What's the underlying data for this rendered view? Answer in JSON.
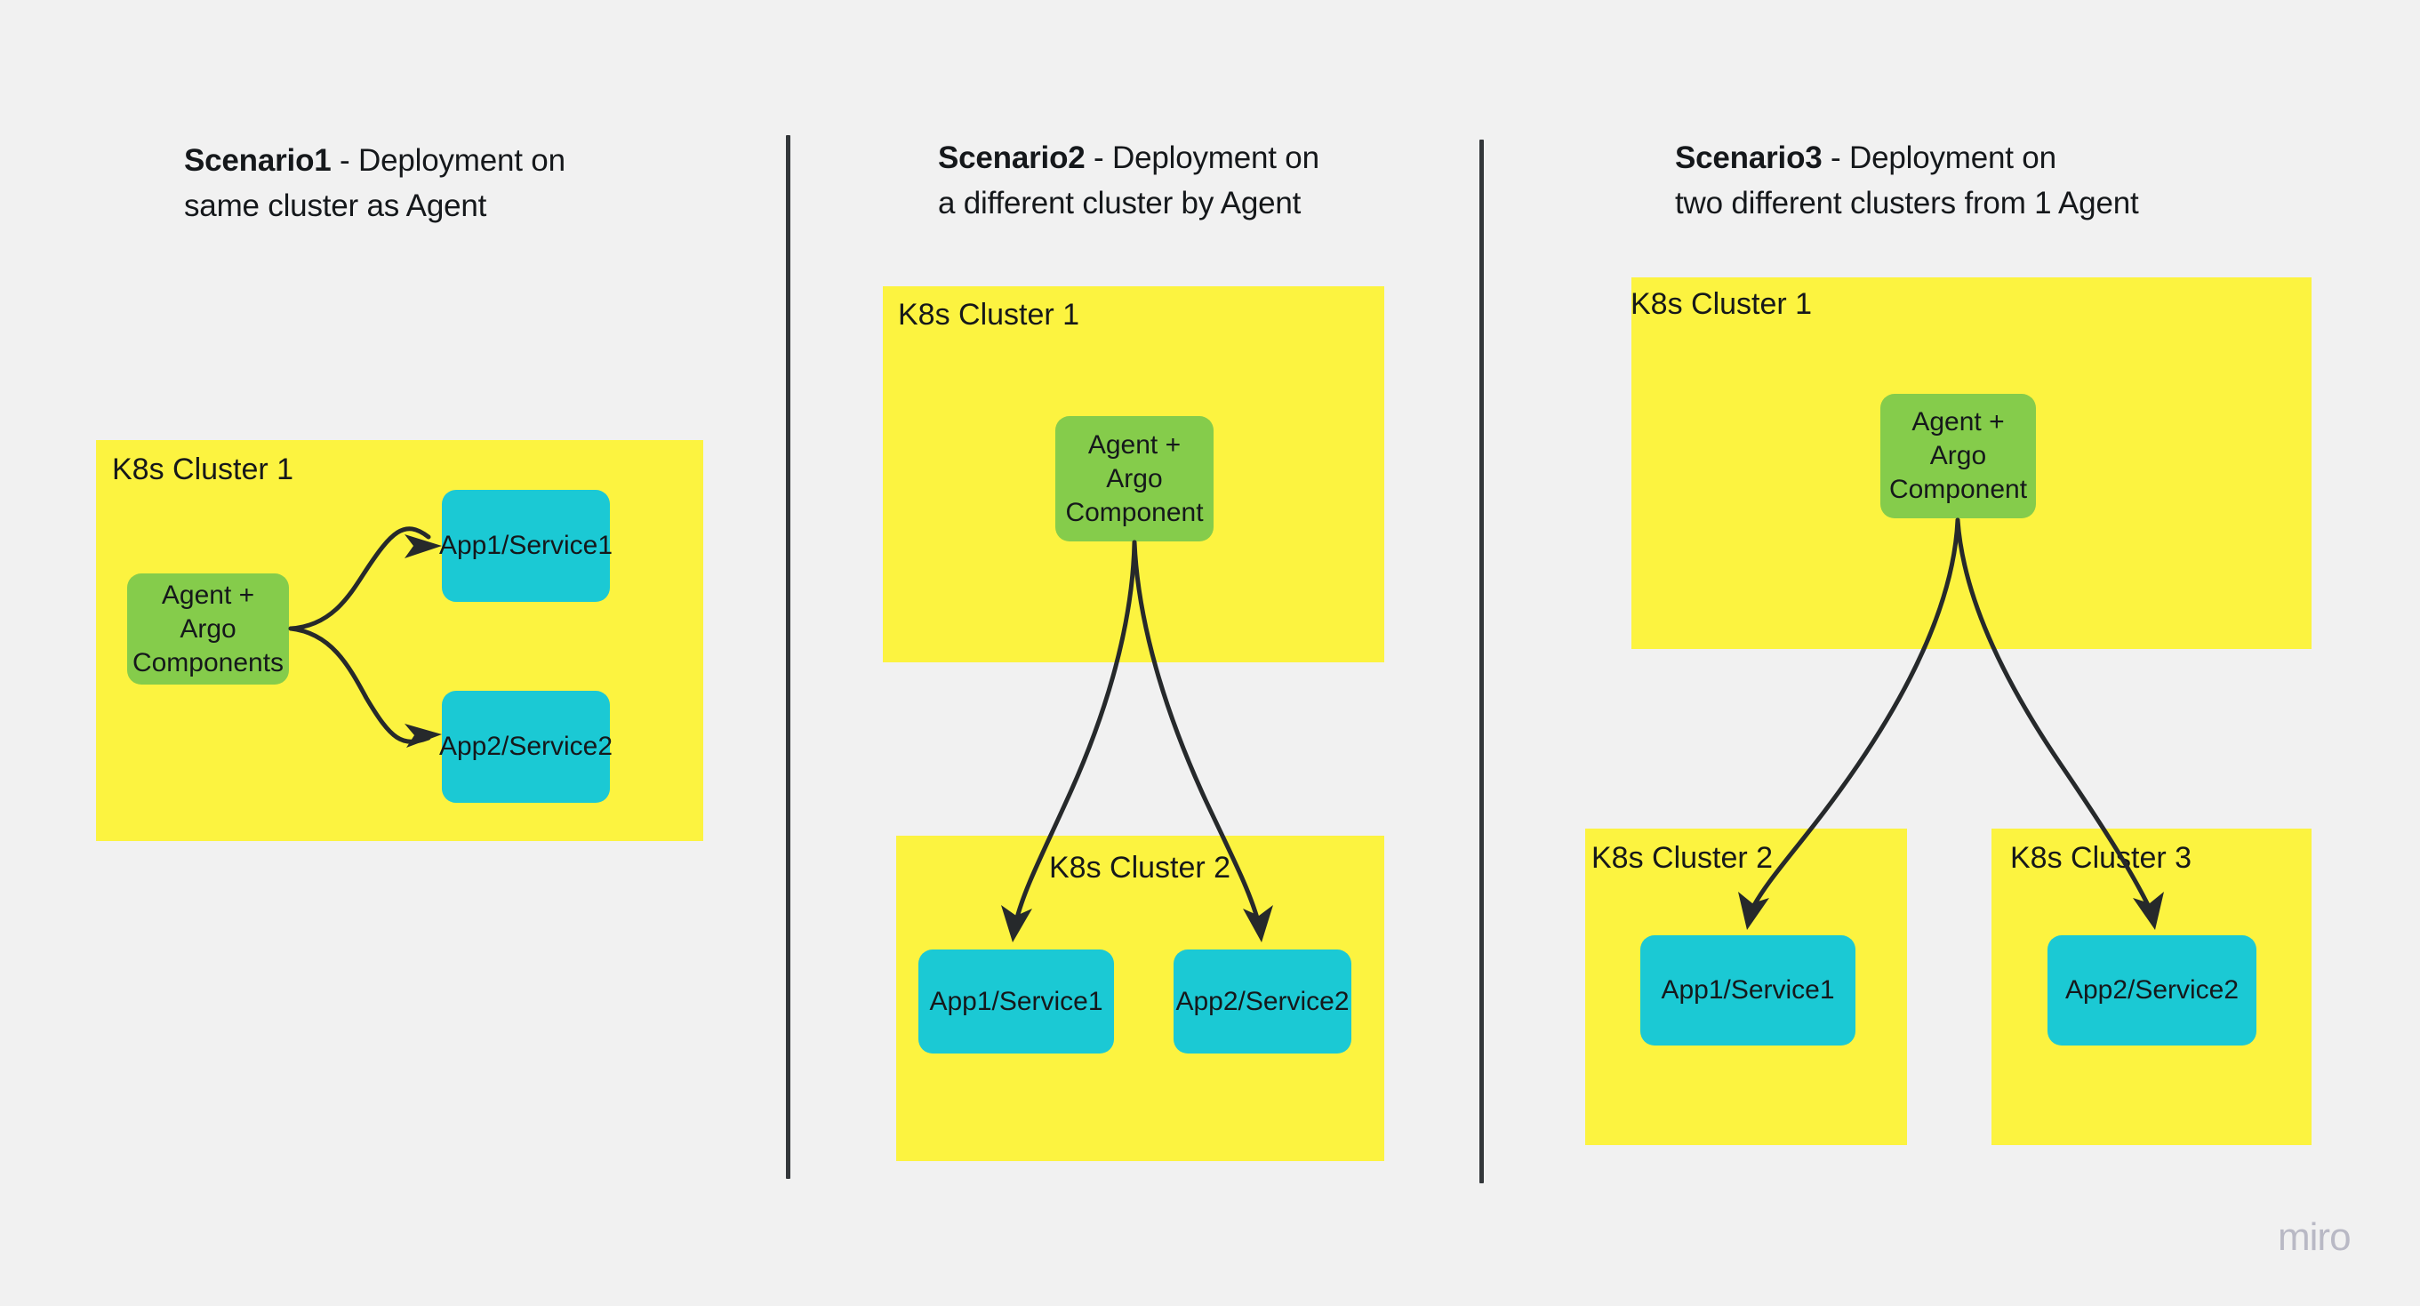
{
  "theme": {
    "background": "#f1f1f1",
    "cluster_fill": "#fcf340",
    "agent_fill": "#85cc4b",
    "app_fill": "#1bc9d4",
    "text": "#15181b",
    "divider": "#33373a",
    "watermark": "#b9b9c5"
  },
  "watermark": "miro",
  "scenarios": [
    {
      "id": "scenario1",
      "title_strong": "Scenario1",
      "title_rest": " - Deployment on\nsame cluster as Agent",
      "clusters": [
        {
          "label": "K8s Cluster 1"
        }
      ],
      "nodes": [
        {
          "label": "Agent + Argo\nComponents",
          "type": "agent"
        },
        {
          "label": "App1/Service1",
          "type": "app"
        },
        {
          "label": "App2/Service2",
          "type": "app"
        }
      ]
    },
    {
      "id": "scenario2",
      "title_strong": "Scenario2",
      "title_rest": " - Deployment on\na different cluster by Agent",
      "clusters": [
        {
          "label": "K8s Cluster 1"
        },
        {
          "label": "K8s Cluster 2"
        }
      ],
      "nodes": [
        {
          "label": "Agent +\nArgo\nComponent",
          "type": "agent"
        },
        {
          "label": "App1/Service1",
          "type": "app"
        },
        {
          "label": "App2/Service2",
          "type": "app"
        }
      ]
    },
    {
      "id": "scenario3",
      "title_strong": "Scenario3",
      "title_rest": " - Deployment on\ntwo different clusters from 1 Agent",
      "clusters": [
        {
          "label": "K8s Cluster 1"
        },
        {
          "label": "K8s Cluster 2"
        },
        {
          "label": "K8s Cluster 3"
        }
      ],
      "nodes": [
        {
          "label": "Agent +\nArgo\nComponent",
          "type": "agent"
        },
        {
          "label": "App1/Service1",
          "type": "app"
        },
        {
          "label": "App2/Service2",
          "type": "app"
        }
      ]
    }
  ]
}
